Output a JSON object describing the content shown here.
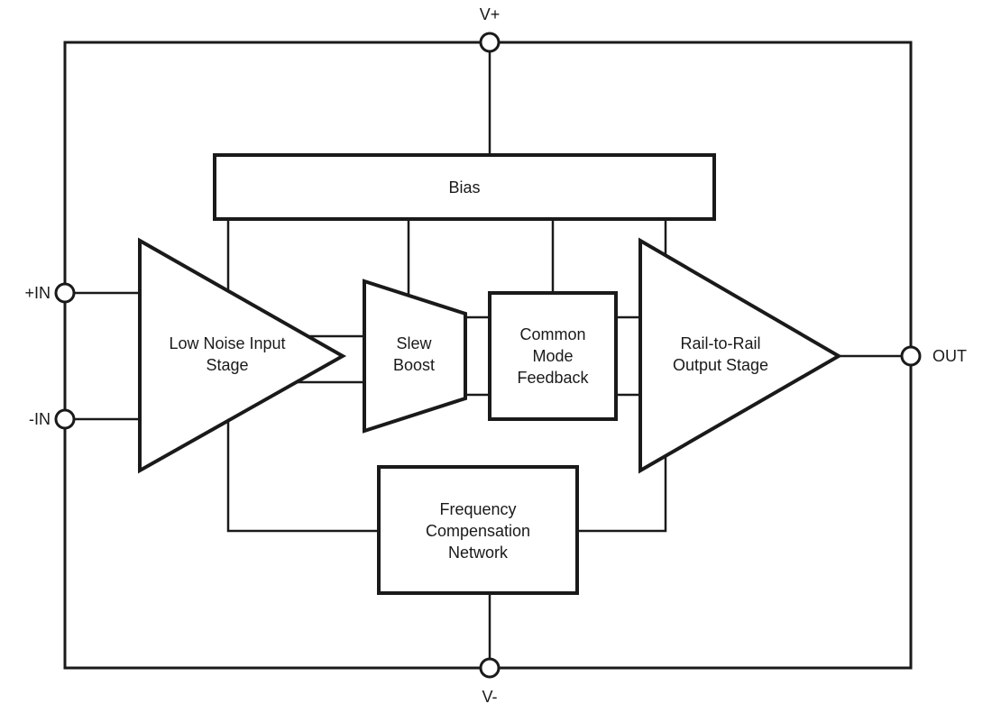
{
  "colors": {
    "line": "#1a1a1a",
    "block_fill": "#ffffff",
    "background": "#ffffff",
    "text": "#1a1a1a"
  },
  "terminals": {
    "v_plus": "V+",
    "in_plus": "+IN",
    "in_minus": "-IN",
    "out": "OUT",
    "v_minus": "V-"
  },
  "blocks": {
    "bias": {
      "label": "Bias"
    },
    "input_stage": {
      "lines": [
        "Low Noise Input",
        "Stage"
      ]
    },
    "slew_boost": {
      "lines": [
        "Slew",
        "Boost"
      ]
    },
    "common_mode_feedback": {
      "lines": [
        "Common",
        "Mode",
        "Feedback"
      ]
    },
    "output_stage": {
      "lines": [
        "Rail-to-Rail",
        "Output Stage"
      ]
    },
    "frequency_compensation": {
      "lines": [
        "Frequency",
        "Compensation",
        "Network"
      ]
    }
  }
}
